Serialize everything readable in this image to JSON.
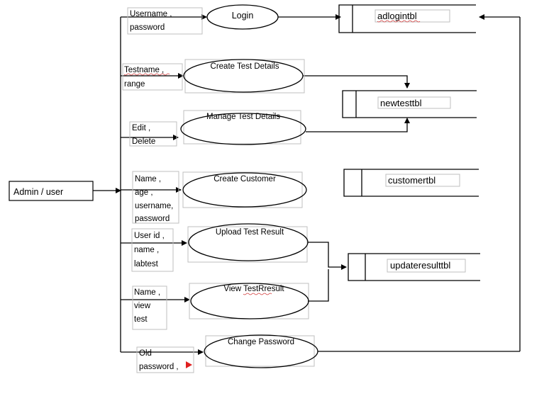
{
  "entity": {
    "label": "Admin / user"
  },
  "processes": {
    "login": "Login",
    "create_test": "Create Test Details",
    "manage_test": "Manage Test Details",
    "create_customer": "Create Customer",
    "upload_result": "Upload Test Result",
    "view_result": "View TestRresult",
    "change_password": "Change Password"
  },
  "inputs": {
    "login": [
      "Username ,",
      "password"
    ],
    "create_test": [
      "Testname ,",
      "range"
    ],
    "manage_test": [
      "Edit ,",
      "Delete"
    ],
    "create_customer": [
      "Name ,",
      "age ,",
      "username,",
      "password"
    ],
    "upload_result": [
      "User id ,",
      "name ,",
      "labtest"
    ],
    "view_result": [
      "Name ,",
      "view",
      "test"
    ],
    "change_password": [
      "Old",
      "password ,"
    ]
  },
  "stores": {
    "adlogintbl": "adlogintbl",
    "newtesttbl": "newtesttbl",
    "customertbl": "customertbl",
    "updateresulttbl": "updateresulttbl"
  },
  "colors": {
    "line": "#000000",
    "frame": "#bfbfbf",
    "marker": "#e02020"
  }
}
